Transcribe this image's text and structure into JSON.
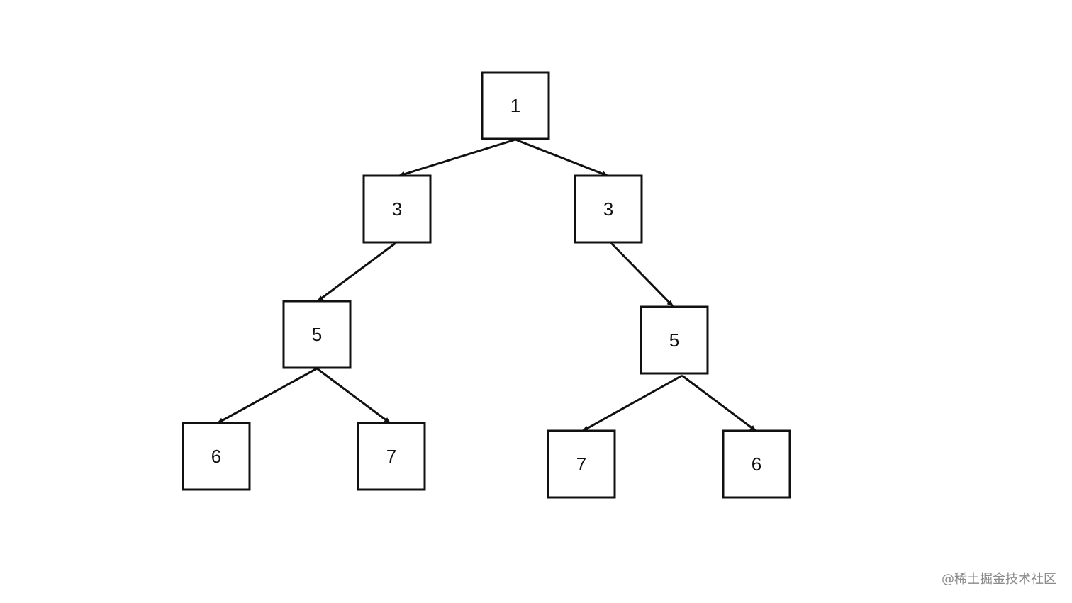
{
  "tree": {
    "nodes": [
      {
        "id": "root",
        "label": "1"
      },
      {
        "id": "l1",
        "label": "3"
      },
      {
        "id": "r1",
        "label": "3"
      },
      {
        "id": "l2",
        "label": "5"
      },
      {
        "id": "r2",
        "label": "5"
      },
      {
        "id": "l3a",
        "label": "6"
      },
      {
        "id": "l3b",
        "label": "7"
      },
      {
        "id": "r3a",
        "label": "7"
      },
      {
        "id": "r3b",
        "label": "6"
      }
    ],
    "edges": [
      {
        "from": "root",
        "to": "l1"
      },
      {
        "from": "root",
        "to": "r1"
      },
      {
        "from": "l1",
        "to": "l2"
      },
      {
        "from": "r1",
        "to": "r2"
      },
      {
        "from": "l2",
        "to": "l3a"
      },
      {
        "from": "l2",
        "to": "l3b"
      },
      {
        "from": "r2",
        "to": "r3a"
      },
      {
        "from": "r2",
        "to": "r3b"
      }
    ]
  },
  "watermark": "@稀土掘金技术社区",
  "colors": {
    "stroke": "#111111",
    "background": "#ffffff",
    "watermark": "#8a8a8a"
  }
}
